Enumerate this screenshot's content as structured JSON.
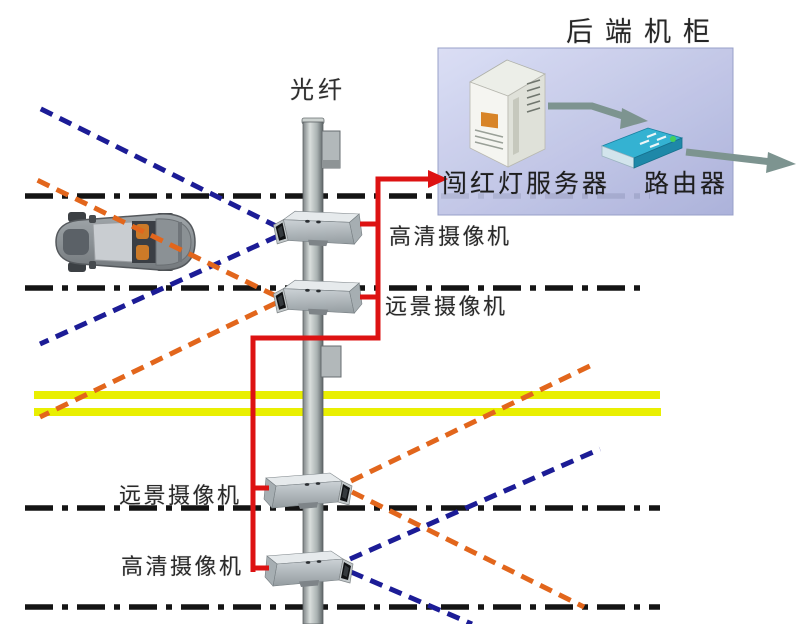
{
  "labels": {
    "fiber": "光纤",
    "cabinet_title": "后端机柜",
    "server": "闯红灯服务器",
    "router": "路由器",
    "camera_top_hd": "高清摄像机",
    "camera_top_far": "远景摄像机",
    "camera_bottom_far": "远景摄像机",
    "camera_bottom_hd": "高清摄像机"
  },
  "icons": {
    "car": "top-view-car-icon",
    "camera": "cctv-camera-icon",
    "server": "server-tower-icon",
    "router": "router-box-icon",
    "pole": "camera-pole",
    "cable": "red-signal-cable",
    "arrow": "data-flow-arrow"
  },
  "colors": {
    "cable_red": "#dd1212",
    "view_line_blue": "#1c1c96",
    "view_line_orange": "#e2661c",
    "lane_marking_black": "#141414",
    "center_line_yellow": "#e9ef02",
    "cabinet_fill": "#c0c6e8",
    "arrow_gray": "#7d9490",
    "router_teal": "#34b2d2",
    "server_badge_orange": "#d88428",
    "seat_orange": "#cc7a28"
  }
}
